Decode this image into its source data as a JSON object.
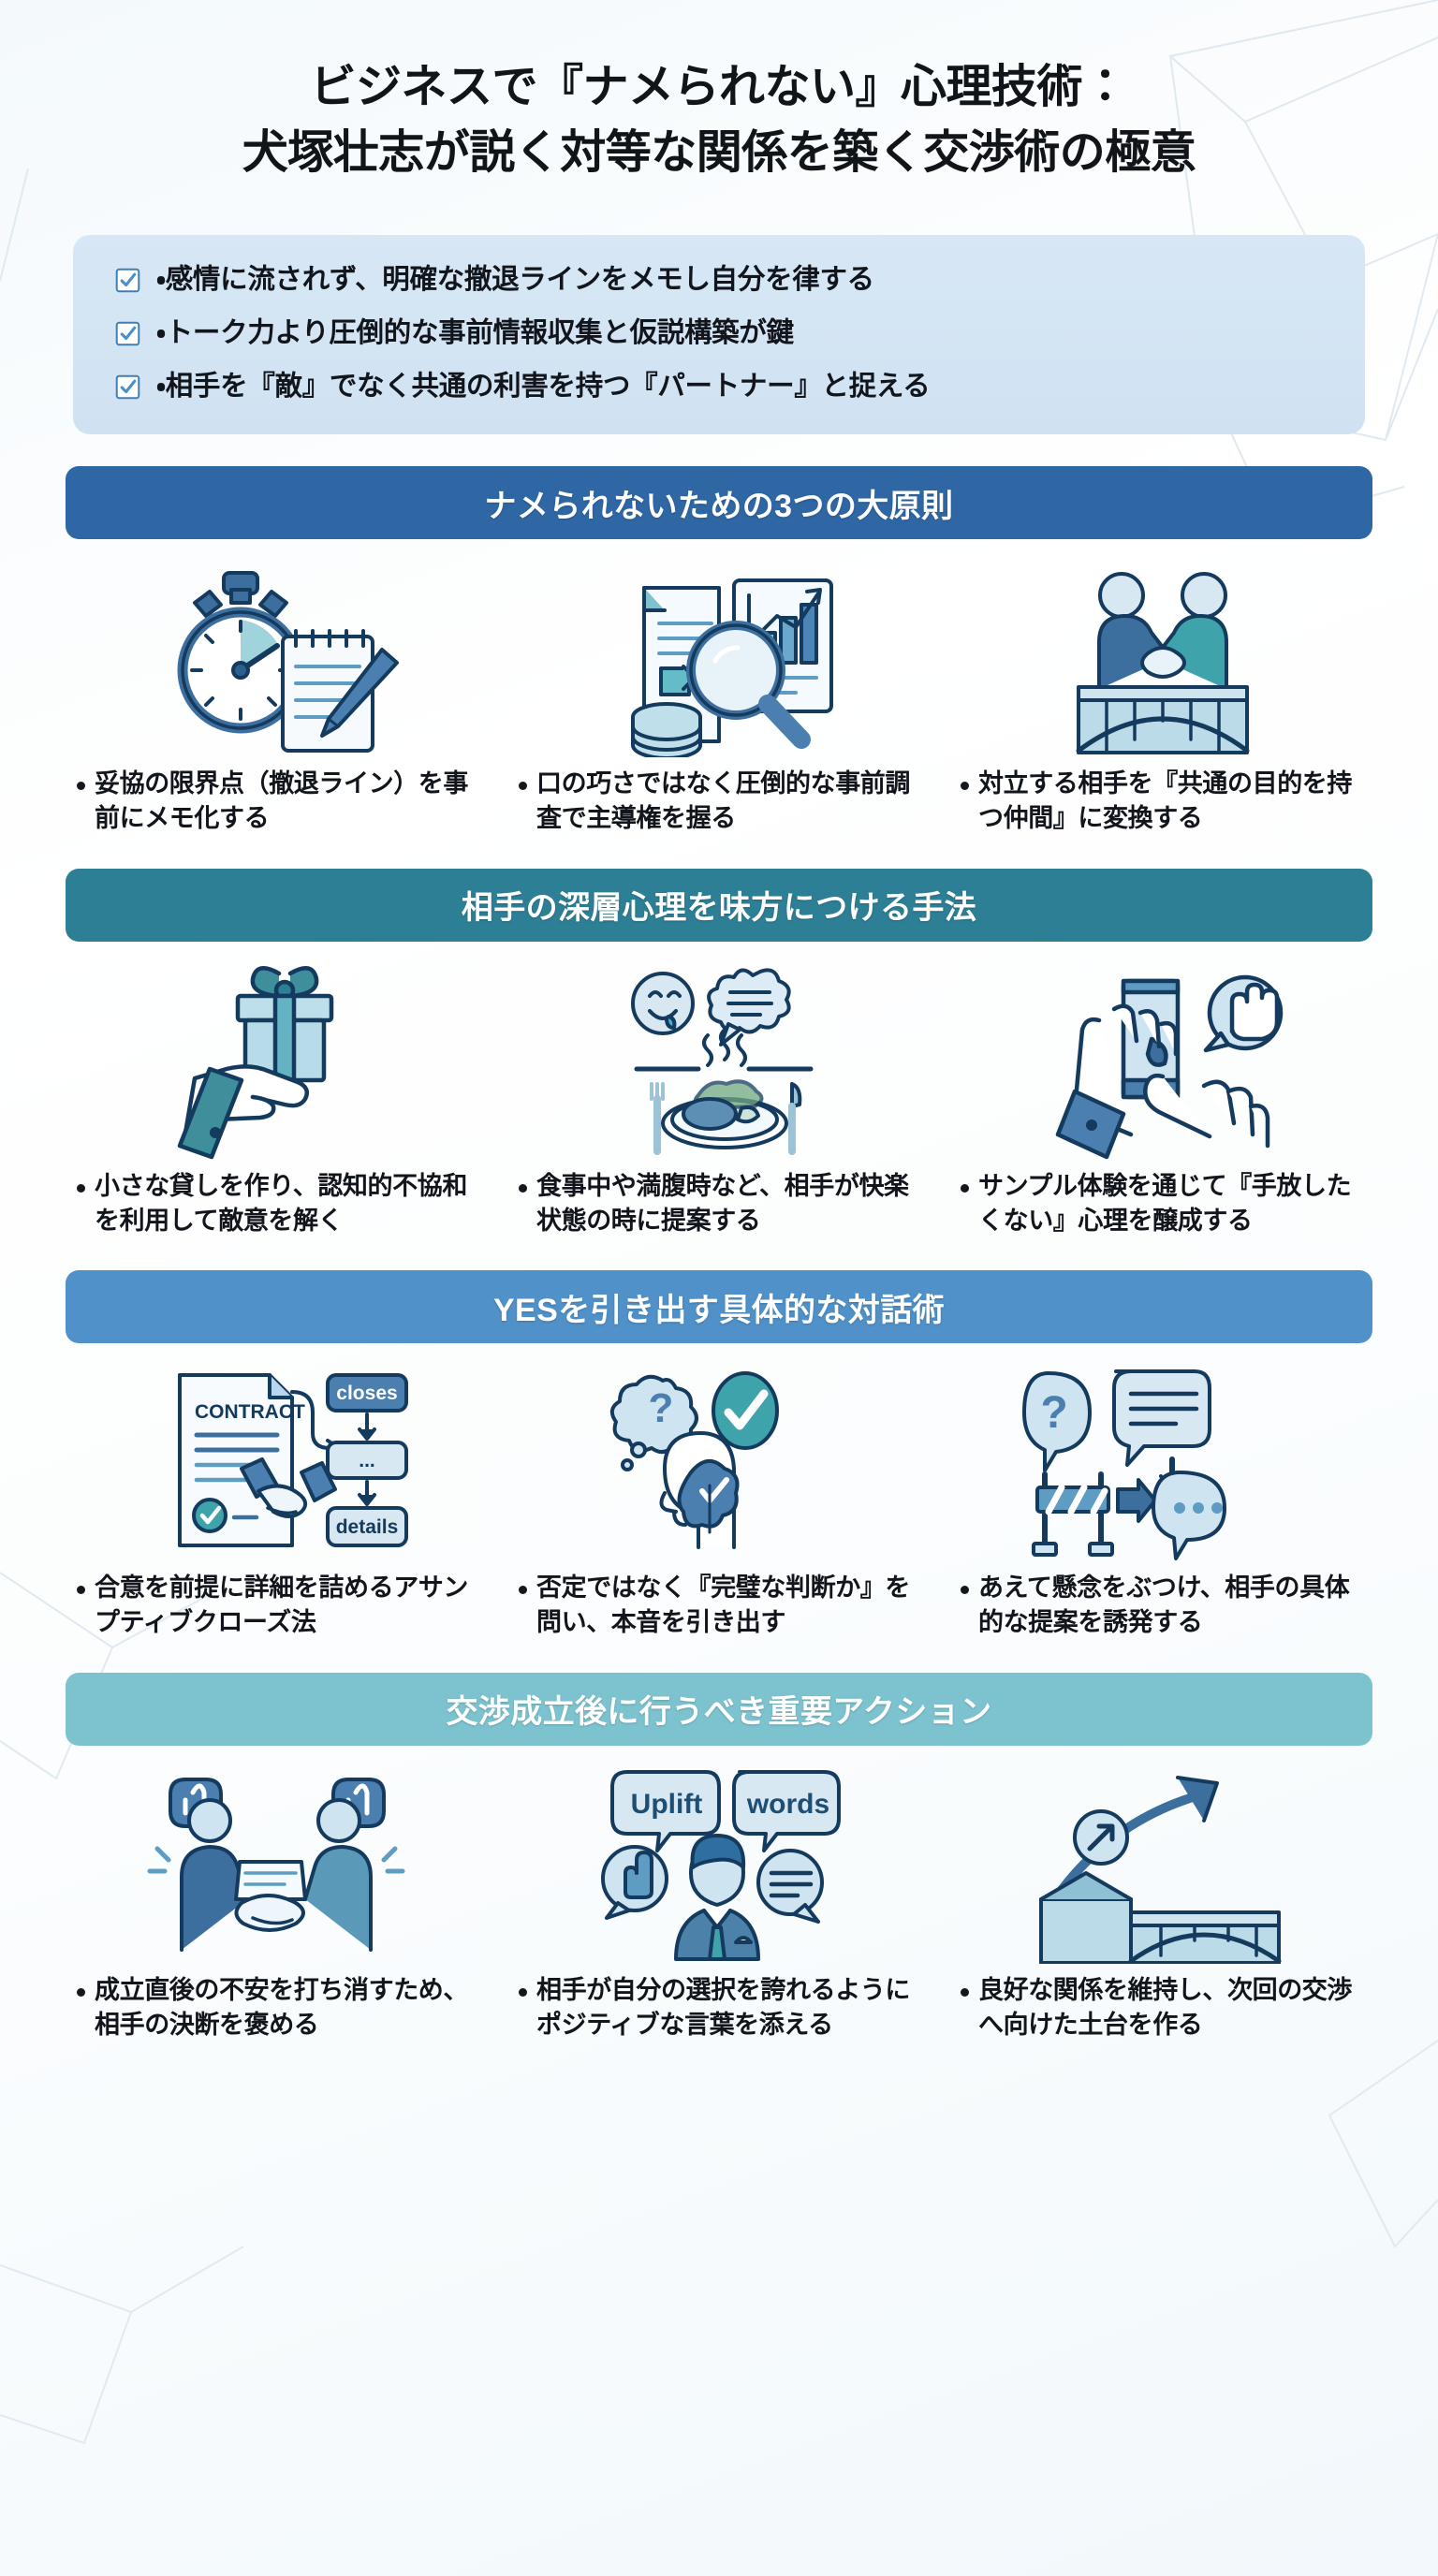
{
  "meta": {
    "background_color": "#f7fbfd",
    "text_color": "#12161c"
  },
  "title": {
    "line1": "ビジネスで『ナメられない』心理技術：",
    "line2": "犬塚壮志が説く対等な関係を築く交渉術の極意"
  },
  "summary": {
    "background_color": "#d7e7f5",
    "items": [
      {
        "icon": "checkbox-checked-icon",
        "text": "・感情に流されず、明確な撤退ラインをメモし自分を律する"
      },
      {
        "icon": "checkbox-checked-icon",
        "text": "・トーク力より圧倒的な事前情報収集と仮説構築が鍵"
      },
      {
        "icon": "checkbox-checked-icon",
        "text": "・相手を『敵』でなく共通の利害を持つ『パートナー』と捉える"
      }
    ]
  },
  "sections": [
    {
      "id": "principles",
      "header": "ナメられないための3つの大原則",
      "header_color": "#2f67a5",
      "cards": [
        {
          "icon": "stopwatch-notepad-icon",
          "text": "妥協の限界点（撤退ライン）を事前にメモ化する"
        },
        {
          "icon": "document-research-magnifier-icon",
          "text": "口の巧さではなく圧倒的な事前調査で主導権を握る"
        },
        {
          "icon": "handshake-bridge-icon",
          "text": "対立する相手を『共通の目的を持つ仲間』に変換する"
        }
      ]
    },
    {
      "id": "deep-psychology",
      "header": "相手の深層心理を味方につける手法",
      "header_color": "#2d7f96",
      "cards": [
        {
          "icon": "gift-on-hand-icon",
          "text": "小さな貸しを作り、認知的不協和を利用して敵意を解く"
        },
        {
          "icon": "meal-smile-speech-icon",
          "text": "食事中や満腹時など、相手が快楽状態の時に提案する"
        },
        {
          "icon": "sample-product-hand-icon",
          "text": "サンプル体験を通じて『手放したくない』心理を醸成する"
        }
      ]
    },
    {
      "id": "yes-dialogue",
      "header": "YESを引き出す具体的な対話術",
      "header_color": "#4f91c8",
      "cards": [
        {
          "icon": "contract-flow-icon",
          "text": "合意を前提に詳細を詰めるアサンプティブクローズ法"
        },
        {
          "icon": "head-brain-check-icon",
          "text": "否定ではなく『完璧な判断か』を問い、本音を引き出す"
        },
        {
          "icon": "barrier-speech-icon",
          "text": "あえて懸念をぶつけ、相手の具体的な提案を誘発する"
        }
      ]
    },
    {
      "id": "after-deal",
      "header": "交渉成立後に行うべき重要アクション",
      "header_color": "#7cc3cf",
      "cards": [
        {
          "icon": "handshake-thumbsup-icon",
          "text": "成立直後の不安を打ち消すため、相手の決断を褒める"
        },
        {
          "icon": "uplift-words-person-icon",
          "text": "相手が自分の選択を誇れるようにポジティブな言葉を添える"
        },
        {
          "icon": "growth-arrow-bridge-icon",
          "text": "良好な関係を維持し、次回の交渉へ向けた土台を作る"
        }
      ]
    }
  ],
  "icon_labels": {
    "contract": "CONTRACT",
    "closes": "closes",
    "dots": "...",
    "details": "details",
    "uplift": "Uplift",
    "words": "words"
  }
}
